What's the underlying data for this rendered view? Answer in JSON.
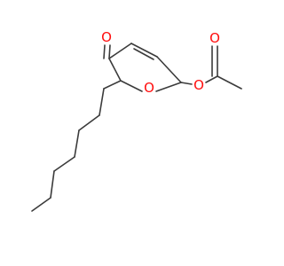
{
  "molecule": {
    "atoms": [
      {
        "id": "o-ketone",
        "label": "O"
      },
      {
        "id": "o-ring",
        "label": "O"
      },
      {
        "id": "o-ester",
        "label": "O"
      },
      {
        "id": "o-carbonyl",
        "label": "O"
      }
    ]
  },
  "colors": {
    "bond": "#3b3b3b",
    "oxygen": "#ff0d0d"
  }
}
